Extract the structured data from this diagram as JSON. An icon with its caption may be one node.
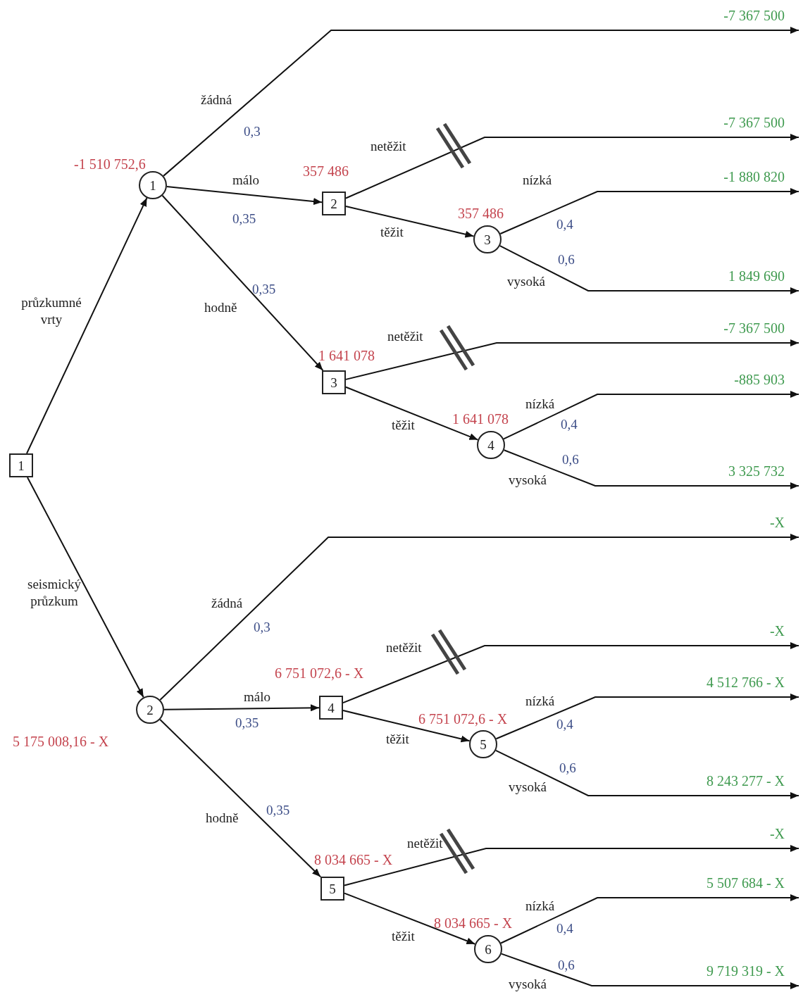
{
  "diagram": {
    "nodes": [
      {
        "text": [
          "1"
        ]
      },
      {
        "text": [
          "1"
        ],
        "beside": [
          "-1 510 752,6"
        ]
      },
      {
        "text": [
          "2"
        ],
        "beside": [
          "357 486"
        ]
      },
      {
        "text": [
          "3"
        ],
        "beside": [
          "357 486"
        ]
      },
      {
        "text": [
          "3"
        ],
        "beside": [
          "1 641 078"
        ]
      },
      {
        "text": [
          "4"
        ],
        "beside": [
          "1 641 078"
        ]
      },
      {
        "text": [
          "2"
        ],
        "beside": [
          "5 175 008,16 - X"
        ]
      },
      {
        "text": [
          "4"
        ],
        "beside": [
          "6 751 072,6 - X"
        ]
      },
      {
        "text": [
          "5"
        ],
        "beside": [
          "6 751 072,6 - X"
        ]
      },
      {
        "text": [
          "5"
        ],
        "beside": [
          "8 034 665 - X"
        ]
      },
      {
        "text": [
          "6"
        ],
        "beside": [
          "8 034 665 - X"
        ]
      },
      {
        "text": [
          "-7 367 500"
        ]
      },
      {
        "text": [
          "-7 367 500"
        ]
      },
      {
        "text": [
          "-1 880 820"
        ]
      },
      {
        "text": [
          "1 849 690"
        ]
      },
      {
        "text": [
          "-7 367 500"
        ]
      },
      {
        "text": [
          "-885 903"
        ]
      },
      {
        "text": [
          "3 325 732"
        ]
      },
      {
        "text": [
          "-X"
        ]
      },
      {
        "text": [
          "-X"
        ]
      },
      {
        "text": [
          "4 512 766 - X"
        ]
      },
      {
        "text": [
          "8 243 277 - X"
        ]
      },
      {
        "text": [
          "-X"
        ]
      },
      {
        "text": [
          "5 507 684 - X"
        ]
      },
      {
        "text": [
          "9 719 319 - X"
        ]
      }
    ],
    "edges": [
      {
        "from": 0,
        "to": 1,
        "arrow": "to",
        "label": "průzkumné vrty"
      },
      {
        "from": 0,
        "to": 6,
        "arrow": "to",
        "label": "seismický průzkum"
      },
      {
        "from": 1,
        "to": 11,
        "arrow": "to",
        "label": "žádná"
      },
      {
        "from": 1,
        "to": 2,
        "arrow": "to",
        "label": "málo"
      },
      {
        "from": 1,
        "to": 4,
        "arrow": "to",
        "label": "hodně"
      },
      {
        "from": 2,
        "to": 12,
        "arrow": "to",
        "label": "netěžit"
      },
      {
        "from": 2,
        "to": 3,
        "arrow": "to",
        "label": "těžit"
      },
      {
        "from": 3,
        "to": 13,
        "arrow": "to",
        "label": "nízká"
      },
      {
        "from": 3,
        "to": 14,
        "arrow": "to",
        "label": "vysoká"
      },
      {
        "from": 4,
        "to": 15,
        "arrow": "to",
        "label": "netěžit"
      },
      {
        "from": 4,
        "to": 5,
        "arrow": "to",
        "label": "těžit"
      },
      {
        "from": 5,
        "to": 16,
        "arrow": "to",
        "label": "nízká"
      },
      {
        "from": 5,
        "to": 17,
        "arrow": "to",
        "label": "vysoká"
      },
      {
        "from": 6,
        "to": 18,
        "arrow": "to",
        "label": "žádná"
      },
      {
        "from": 6,
        "to": 7,
        "arrow": "to",
        "label": "málo"
      },
      {
        "from": 6,
        "to": 9,
        "arrow": "to",
        "label": "hodně"
      },
      {
        "from": 7,
        "to": 19,
        "arrow": "to",
        "label": "netěžit"
      },
      {
        "from": 7,
        "to": 8,
        "arrow": "to",
        "label": "těžit"
      },
      {
        "from": 8,
        "to": 20,
        "arrow": "to",
        "label": "nízká"
      },
      {
        "from": 8,
        "to": 21,
        "arrow": "to",
        "label": "vysoká"
      },
      {
        "from": 9,
        "to": 22,
        "arrow": "to",
        "label": "netěžit"
      },
      {
        "from": 9,
        "to": 10,
        "arrow": "to",
        "label": "těžit"
      },
      {
        "from": 10,
        "to": 23,
        "arrow": "to",
        "label": "nízká"
      },
      {
        "from": 10,
        "to": 24,
        "arrow": "to",
        "label": "vysoká"
      }
    ],
    "labels": [
      "0,3",
      "0,35",
      "0,4",
      "0,6",
      "0,35",
      "0,4",
      "0,6",
      "0,3",
      "0,35",
      "0,4",
      "0,6",
      "0,35",
      "0,4",
      "0,6"
    ]
  }
}
